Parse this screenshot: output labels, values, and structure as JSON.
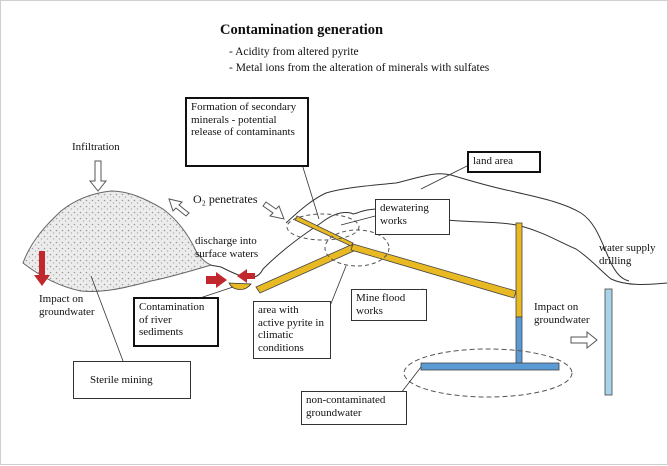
{
  "title": "Contamination generation",
  "bullets": [
    "- Acidity from altered pyrite",
    "- Metal ions from the alteration of minerals with sulfates"
  ],
  "labels": {
    "infiltration": "Infiltration",
    "o2_penetrates": "O₂ penetrates",
    "discharge": "discharge into surface waters",
    "impact_left": "Impact on groundwater",
    "secondary_minerals": "Formation of secondary minerals - potential release of contaminants",
    "land_area": "land area",
    "dewatering": "dewatering works",
    "water_supply": "water supply drilling",
    "impact_right": "Impact on groundwater",
    "river_sediments": "Contamination of river sediments",
    "active_pyrite": "area with active pyrite in climatic conditions",
    "mine_flood": "Mine flood works",
    "sterile_mining": "Sterile mining",
    "non_contaminated": "non-contaminated groundwater"
  },
  "colors": {
    "flow_yellow": "#e8b923",
    "groundwater_blue": "#5b9bd5",
    "arrow_red": "#c0282d",
    "well_blue": "#a9d3e8",
    "pile_fill": "#e9e9e9"
  }
}
